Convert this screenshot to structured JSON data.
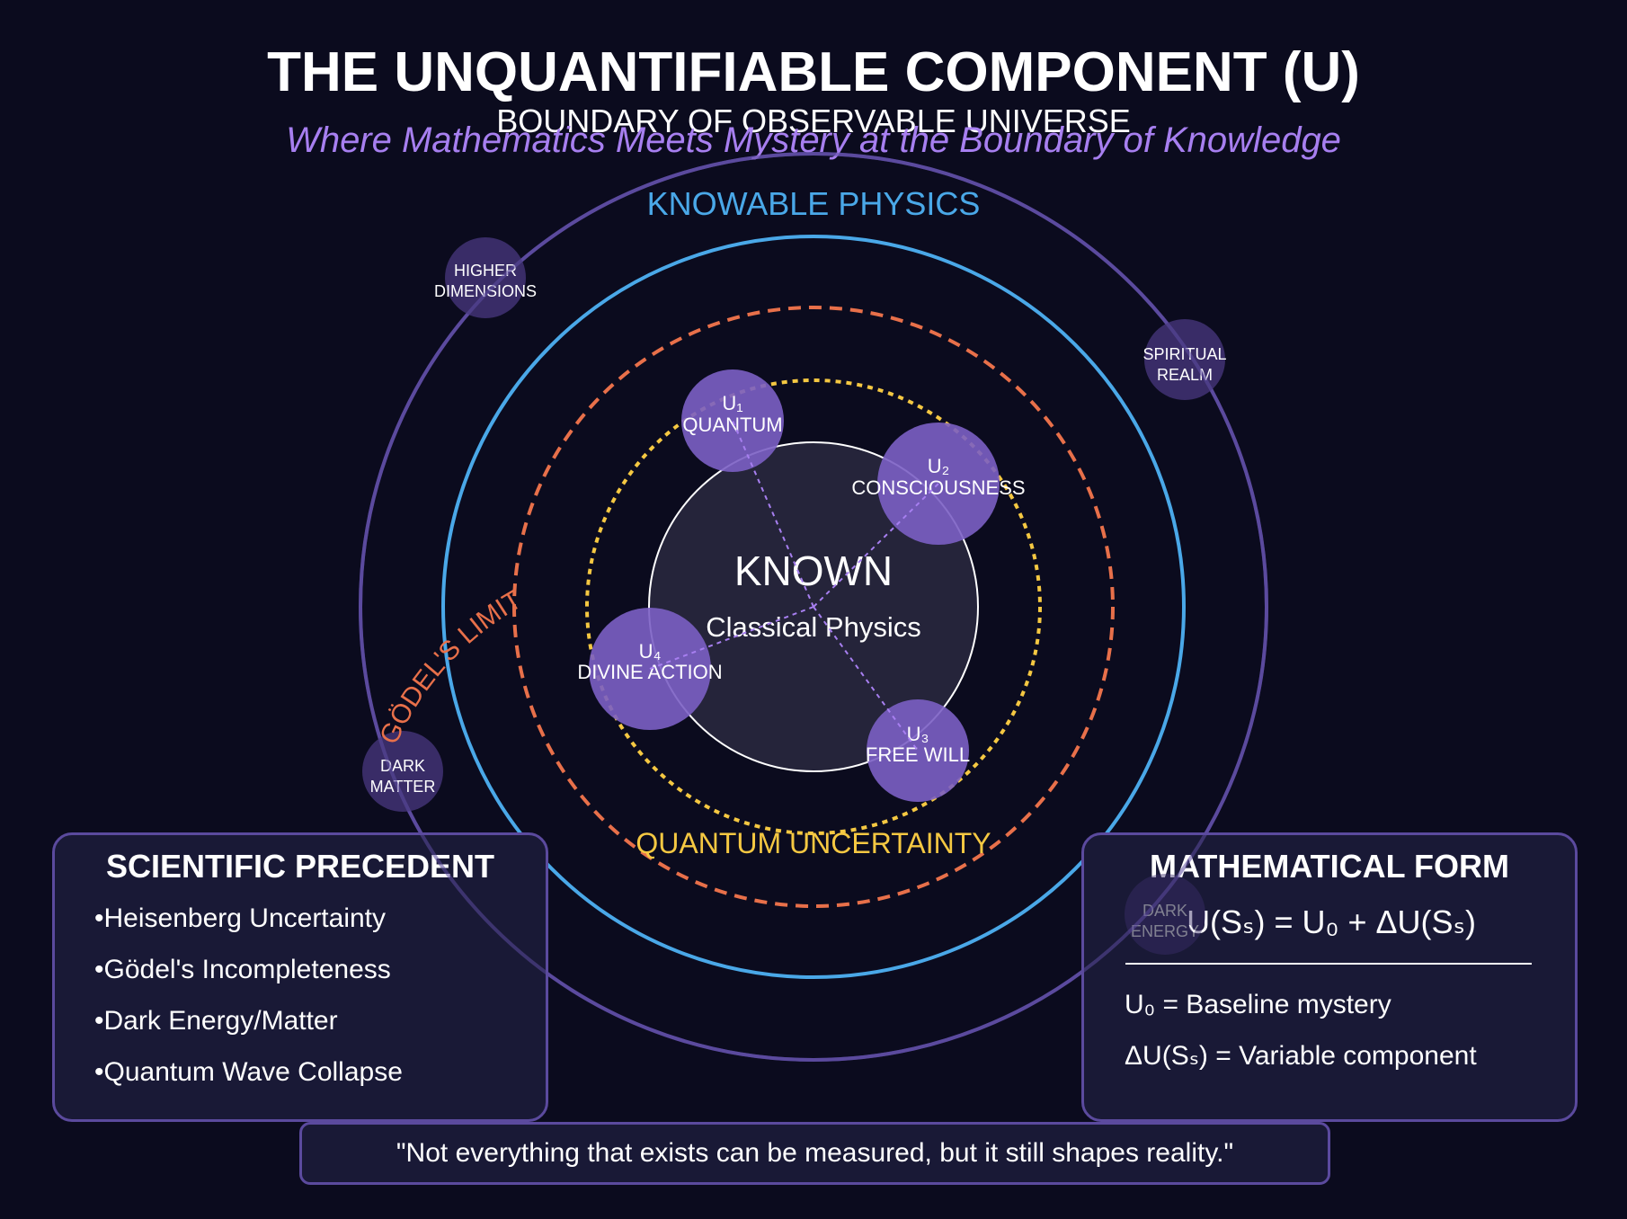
{
  "header": {
    "title": "THE UNQUANTIFIABLE COMPONENT (U)",
    "subtitle": "Where Mathematics Meets Mystery at the Boundary of Knowledge"
  },
  "diagram": {
    "rings": {
      "outer_label": "BOUNDARY OF OBSERVABLE UNIVERSE",
      "knowable_label": "KNOWABLE PHYSICS",
      "godel_label": "GÖDEL'S LIMIT",
      "quantum_label": "QUANTUM UNCERTAINTY"
    },
    "core": {
      "title": "KNOWN",
      "subtitle": "Classical Physics"
    },
    "components": [
      {
        "id": "U₁",
        "label": "QUANTUM"
      },
      {
        "id": "U₂",
        "label": "CONSCIOUSNESS"
      },
      {
        "id": "U₃",
        "label": "FREE WILL"
      },
      {
        "id": "U₄",
        "label": "DIVINE ACTION"
      }
    ],
    "outer_bubbles": [
      {
        "line1": "HIGHER",
        "line2": "DIMENSIONS"
      },
      {
        "line1": "SPIRITUAL",
        "line2": "REALM"
      },
      {
        "line1": "DARK",
        "line2": "MATTER"
      },
      {
        "line1": "DARK",
        "line2": "ENERGY"
      }
    ],
    "colors": {
      "background": "#0b0b1e",
      "outer_ring": "#5b4a9e",
      "knowable_ring": "#4aa8e8",
      "godel_ring": "#e8704a",
      "quantum_ring": "#f5c842",
      "component_fill": "#7b5fc4",
      "subtitle": "#a77ff0"
    }
  },
  "scientific_precedent": {
    "title": "SCIENTIFIC PRECEDENT",
    "items": [
      "Heisenberg Uncertainty",
      "Gödel's Incompleteness",
      "Dark Energy/Matter",
      "Quantum Wave Collapse"
    ]
  },
  "mathematical_form": {
    "title": "MATHEMATICAL FORM",
    "formula": "U(Sₛ) = U₀ + ΔU(Sₛ)",
    "definitions": [
      "U₀ = Baseline mystery",
      "ΔU(Sₛ) = Variable component"
    ]
  },
  "quote": "\"Not everything that exists can be measured, but it still shapes reality.\""
}
